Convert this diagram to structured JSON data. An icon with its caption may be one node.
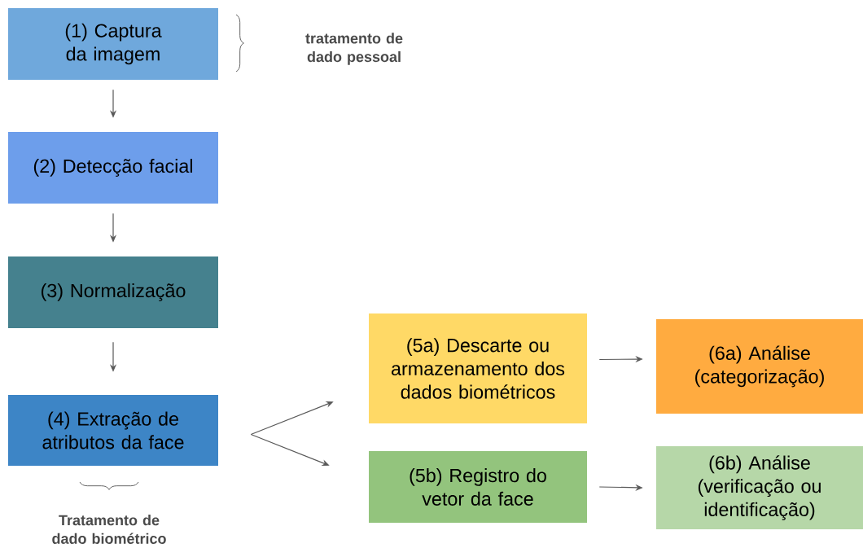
{
  "diagram": {
    "nodes": [
      {
        "text": [
          "(1) Captura da imagem"
        ]
      },
      {
        "text": [
          "(2) Detecção facial"
        ]
      },
      {
        "text": [
          "(3) Normalização"
        ]
      },
      {
        "text": [
          "(4) Extração de atributos da face"
        ]
      },
      {
        "text": [
          "(5a) Descarte ou armazenamento dos dados biométricos"
        ]
      },
      {
        "text": [
          "(5b) Registro do vetor da face"
        ]
      },
      {
        "text": [
          "(6a) Análise (categorização)"
        ]
      },
      {
        "text": [
          "(6b) Análise (verificação ou identificação)"
        ]
      }
    ],
    "edges": [
      {
        "from": 0,
        "to": 1,
        "arrow": "to"
      },
      {
        "from": 1,
        "to": 2,
        "arrow": "to"
      },
      {
        "from": 2,
        "to": 3,
        "arrow": "to"
      },
      {
        "from": 3,
        "to": 4,
        "arrow": "to"
      },
      {
        "from": 3,
        "to": 5,
        "arrow": "to"
      },
      {
        "from": 4,
        "to": 6,
        "arrow": "to"
      },
      {
        "from": 5,
        "to": 7,
        "arrow": "to"
      }
    ],
    "labels": [
      "tratamento de dado pessoal",
      "Tratamento de dado biométrico"
    ]
  }
}
